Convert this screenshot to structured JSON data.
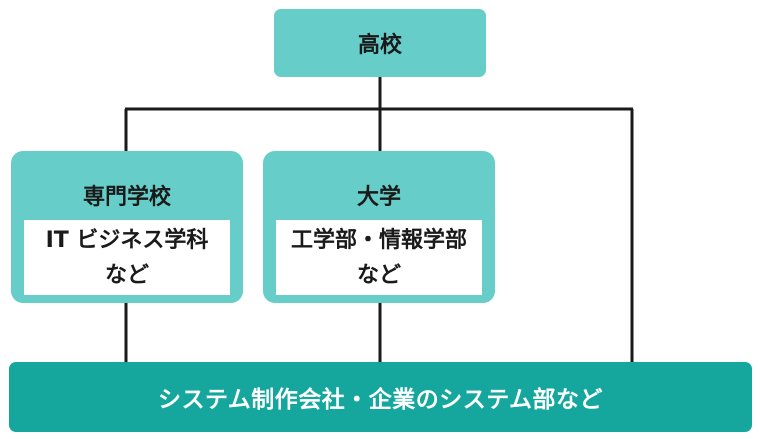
{
  "top": {
    "label": "高校"
  },
  "vocational": {
    "title": "専門学校",
    "detail_line1": "IT ビジネス学科",
    "detail_line2": "など"
  },
  "university": {
    "title": "大学",
    "detail_line1": "工学部・情報学部",
    "detail_line2": "など"
  },
  "bottom": {
    "label": "システム制作会社・企業のシステム部など"
  },
  "colors": {
    "light_teal": "#66cdc8",
    "dark_teal": "#15a79e",
    "line": "#1a1a1a"
  }
}
